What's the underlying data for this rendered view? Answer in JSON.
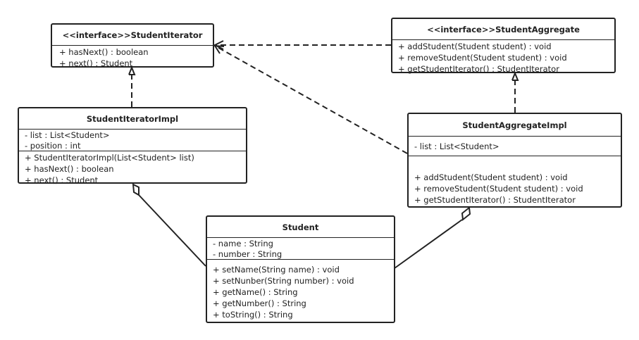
{
  "classes": {
    "student_iterator": {
      "title": "<<interface>>StudentIterator",
      "attributes": [],
      "methods": [
        "+ hasNext()   : boolean",
        "+ next() : Student"
      ]
    },
    "student_aggregate": {
      "title": "<<interface>>StudentAggregate",
      "attributes": [],
      "methods": [
        "+ addStudent(Student student) : void",
        "+ removeStudent(Student student) : void",
        "+ getStudentIterator() : StudentIterator"
      ]
    },
    "student_iterator_impl": {
      "title": "StudentIteratorImpl",
      "attributes": [
        "- list : List<Student>",
        "- position : int"
      ],
      "methods": [
        "+ StudentIteratorImpl(List<Student> list)",
        "+ hasNext()   : boolean",
        "+ next() : Student"
      ]
    },
    "student_aggregate_impl": {
      "title": "StudentAggregateImpl",
      "attributes": [
        "- list : List<Student>"
      ],
      "methods": [
        "+ addStudent(Student student) : void",
        "+ removeStudent(Student student) : void",
        "+ getStudentIterator() : StudentIterator"
      ]
    },
    "student": {
      "title": "Student",
      "attributes": [
        "- name : String",
        "- number : String"
      ],
      "methods": [
        "+ setName(String name) : void",
        "+ setNunber(String number) : void",
        "+ getName() : String",
        "+ getNumber() : String",
        "+ toString() : String"
      ]
    }
  },
  "relations": [
    {
      "type": "dependency",
      "from": "student_aggregate",
      "to": "student_iterator"
    },
    {
      "type": "dependency",
      "from": "student_aggregate_impl",
      "to": "student_iterator"
    },
    {
      "type": "realization",
      "from": "student_iterator_impl",
      "to": "student_iterator"
    },
    {
      "type": "realization",
      "from": "student_aggregate_impl",
      "to": "student_aggregate"
    },
    {
      "type": "aggregation",
      "from": "student_iterator_impl",
      "to": "student"
    },
    {
      "type": "aggregation",
      "from": "student_aggregate_impl",
      "to": "student"
    }
  ],
  "colors": {
    "line": "#222222",
    "background": "#ffffff"
  }
}
